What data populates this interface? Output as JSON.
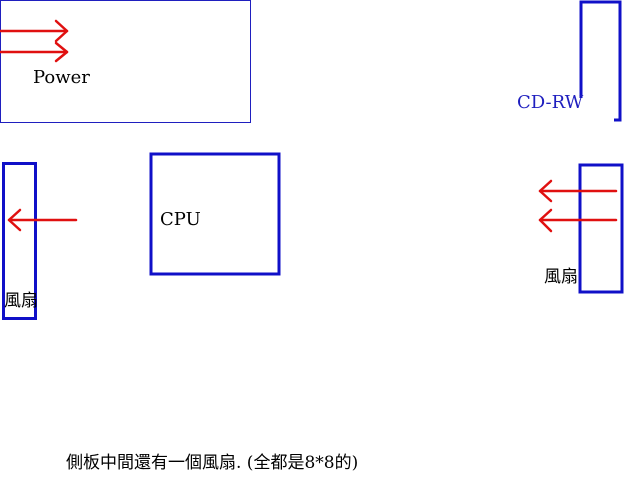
{
  "labels": {
    "power": "Power",
    "cdrw": "CD-RW",
    "cpu": "CPU",
    "left_fan": "風扇",
    "right_fan": "風扇",
    "caption": "側板中間還有一個風扇. (全都是8*8的)"
  },
  "colors": {
    "box_thin": "#1f1fbf",
    "box_thick": "#1010c8",
    "arrow": "#e01010",
    "text": "#000000",
    "cdrw_text": "#1f1fbf"
  }
}
